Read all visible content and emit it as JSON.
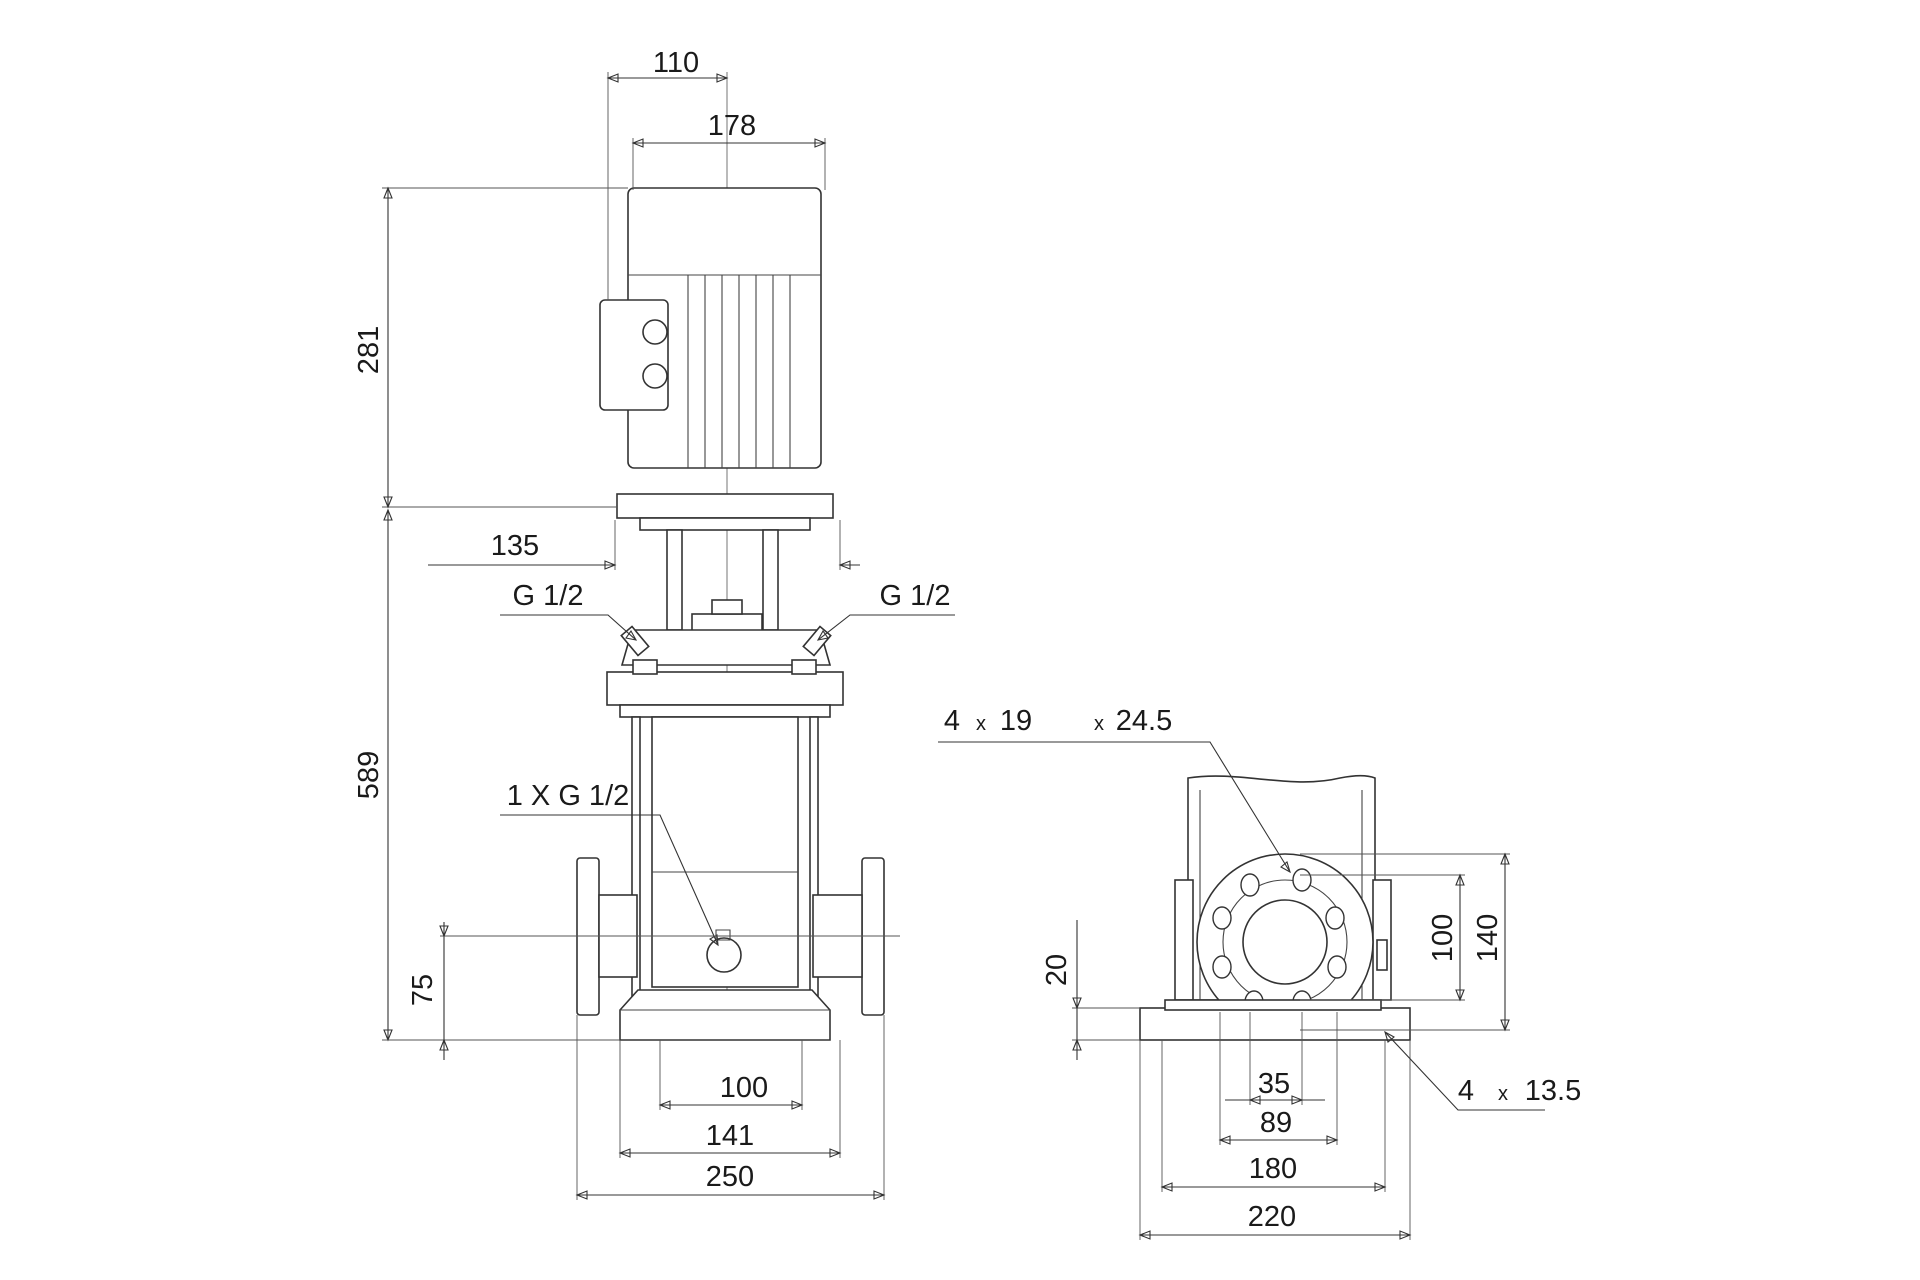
{
  "side_view": {
    "top_width_outer": "110",
    "top_width_motor": "178",
    "height_motor": "281",
    "height_pump": "589",
    "width_coupling": "135",
    "vent_left": "G 1/2",
    "vent_right": "G 1/2",
    "drain_plug": "1 X G 1/2",
    "inlet_height": "75",
    "base_width_inner": "100",
    "base_width_mid": "141",
    "base_width_outer": "250"
  },
  "end_view": {
    "flange_bolts_count": "4",
    "flange_bolts_times_1": "x",
    "flange_bolts_dia": "19",
    "flange_bolts_times_2": "x",
    "flange_bolts_pcd": "24.5",
    "flange_inner": "100",
    "flange_outer": "140",
    "base_thickness": "20",
    "bolt_spacing_inner": "35",
    "bolt_spacing_mid": "89",
    "base_inner": "180",
    "base_outer": "220",
    "base_holes_count": "4",
    "base_holes_times": "x",
    "base_holes_dia": "13.5"
  }
}
